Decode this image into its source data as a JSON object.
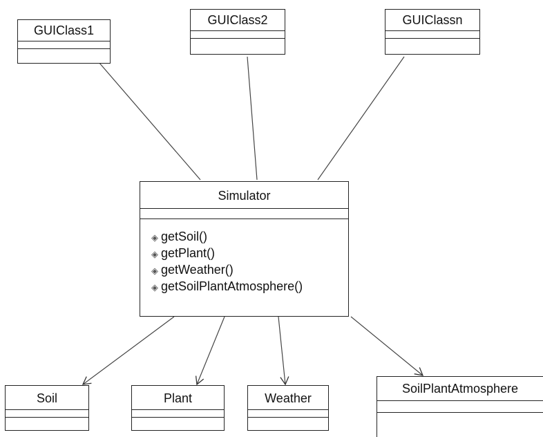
{
  "classes": {
    "gui1": {
      "name": "GUIClass1"
    },
    "gui2": {
      "name": "GUIClass2"
    },
    "guin": {
      "name": "GUIClassn"
    },
    "simulator": {
      "name": "Simulator",
      "operations": [
        "getSoil()",
        "getPlant()",
        "getWeather()",
        "getSoilPlantAtmosphere()"
      ]
    },
    "soil": {
      "name": "Soil"
    },
    "plant": {
      "name": "Plant"
    },
    "weather": {
      "name": "Weather"
    },
    "spa": {
      "name": "SoilPlantAtmosphere"
    }
  },
  "operation_icon": "operation-icon"
}
